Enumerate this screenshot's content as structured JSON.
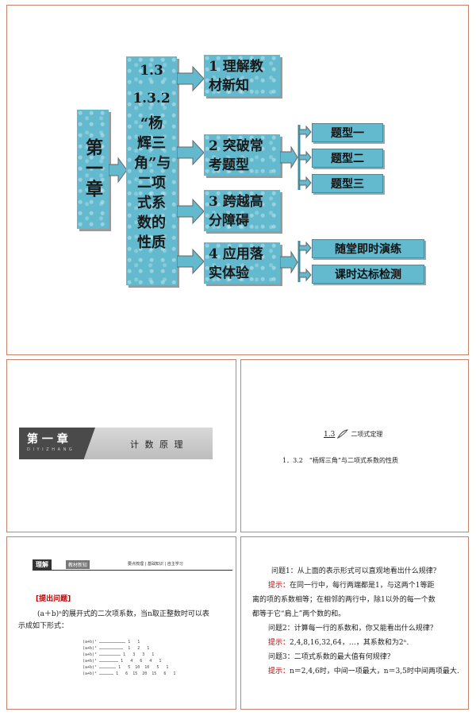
{
  "slide1": {
    "chapter": "第一章",
    "center_lines": [
      "1.3",
      "1.3.2",
      "“杨辉三角”与二项式系数的性质"
    ],
    "sections": [
      "1 理解教材新知",
      "2 突破常考题型",
      "3 跨越高分障碍",
      "4 应用落实体验"
    ],
    "type_tags": [
      "题型一",
      "题型二",
      "题型三"
    ],
    "apply_tags": [
      "随堂即时演练",
      "课时达标检测"
    ]
  },
  "slide2": {
    "chapter_label": "第 一 章",
    "pinyin": "D I Y I Z H A N G",
    "title": "计 数 原 理"
  },
  "slide3": {
    "section_num": "1.3",
    "section_title": "二项式定理",
    "subtitle": "1．3.2　“杨辉三角”与二项式系数的性质"
  },
  "slide4": {
    "header_badge": "理解",
    "header_badge2": "教材新知",
    "header_right": "要点梳理 | 基础知识 | 自主学习",
    "question_tag": "[提出问题]",
    "text1": "(a＋b)ⁿ的展开式的二次项系数，当n取正整数时可以表",
    "text2": "示成如下形式：",
    "triangle": [
      "(a+b)¹ …………………………… 1   1",
      "(a+b)² …………………………  1   2   1",
      "(a+b)³ ……………………… 1   3   3   1",
      "(a+b)⁴ …………………… 1   4   6   4   1",
      "(a+b)⁵ ………………… 1   5  10  10   5   1",
      "(a+b)⁶ ……………… 1   6  15  20  15   6   1"
    ]
  },
  "slide5": {
    "q1": "问题1：从上面的表示形式可以直观地看出什么规律？",
    "hint_label": "提示：",
    "a1_l1": "在同一行中，每行两端都是1，与这两个1等距",
    "a1_l2": "离的项的系数相等；在相邻的两行中，除1以外的每一个数",
    "a1_l3": "都等于它“肩上”两个数的和。",
    "q2": "问题2：计算每一行的系数和，你又能看出什么规律？",
    "a2": "2,4,8,16,32,64，…，其系数和为2ⁿ.",
    "q3": "问题3：二项式系数的最大值有何规律？",
    "a3": "n＝2,4,6时，中间一项最大，n＝3,5时中间两项最大."
  }
}
